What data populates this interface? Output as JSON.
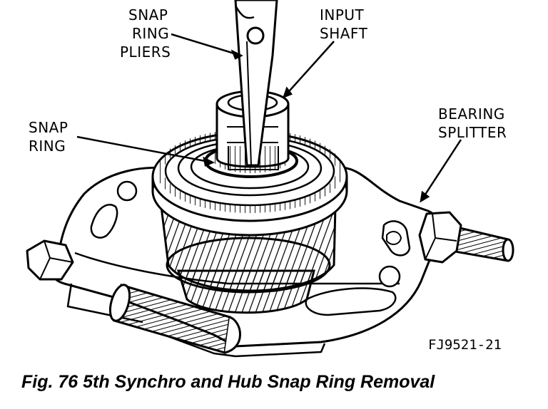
{
  "labels": {
    "snap_ring_pliers": [
      "SNAP",
      "RING",
      "PLIERS"
    ],
    "input_shaft": [
      "INPUT",
      "SHAFT"
    ],
    "snap_ring": [
      "SNAP",
      "RING"
    ],
    "bearing_splitter": [
      "BEARING",
      "SPLITTER"
    ]
  },
  "figure_number": "FJ9521-21",
  "caption": "Fig. 76 5th Synchro and Hub Snap Ring Removal",
  "colors": {
    "ink": "#000000",
    "paper": "#ffffff"
  }
}
